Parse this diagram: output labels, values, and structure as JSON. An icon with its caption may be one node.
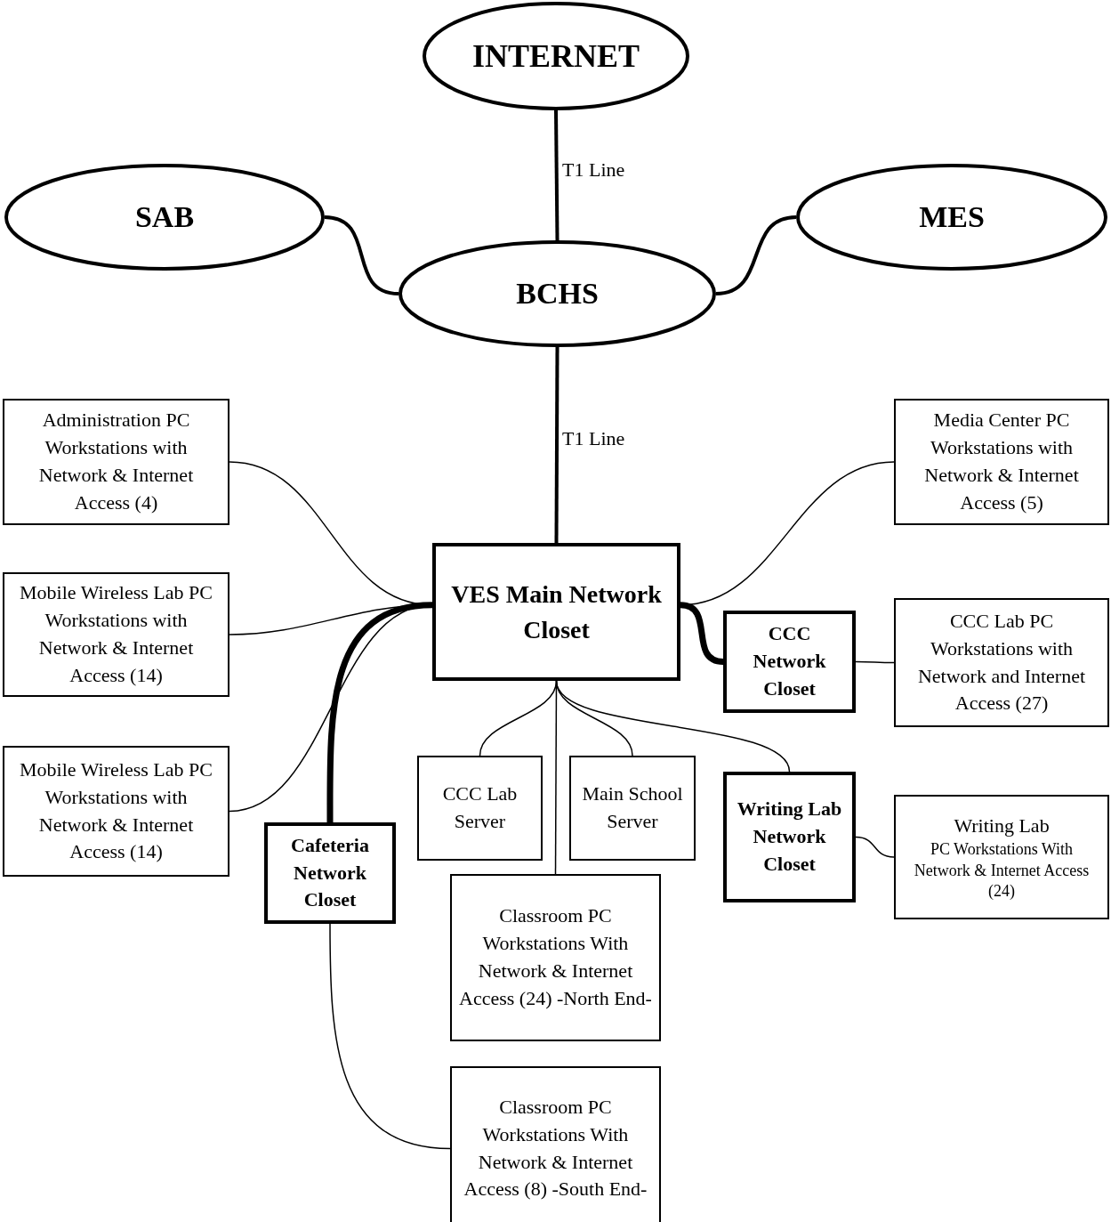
{
  "diagram": {
    "nodes": [
      {
        "text": [
          "INTERNET"
        ]
      },
      {
        "text": [
          "SAB"
        ]
      },
      {
        "text": [
          "MES"
        ]
      },
      {
        "text": [
          "BCHS"
        ]
      },
      {
        "text": [
          "Administration PC Workstations with Network & Internet Access (4)"
        ]
      },
      {
        "text": [
          "Media Center PC Workstations with Network & Internet Access (5)"
        ]
      },
      {
        "text": [
          "VES Main Network Closet"
        ]
      },
      {
        "text": [
          "Mobile Wireless Lab PC Workstations with Network & Internet Access (14)"
        ]
      },
      {
        "text": [
          "CCC Network Closet"
        ]
      },
      {
        "text": [
          "CCC Lab PC Workstations with Network and Internet Access (27)"
        ]
      },
      {
        "text": [
          "Mobile Wireless Lab PC Workstations with Network & Internet Access (14)"
        ]
      },
      {
        "text": [
          "CCC Lab Server"
        ]
      },
      {
        "text": [
          "Main School Server"
        ]
      },
      {
        "text": [
          "Writing Lab Network Closet"
        ]
      },
      {
        "text": [
          "Writing Lab",
          "PC Workstations With Network & Internet Access (24)"
        ]
      },
      {
        "text": [
          "Cafeteria Network Closet"
        ]
      },
      {
        "text": [
          "Classroom PC Workstations With Network & Internet Access (24) -North End-"
        ]
      },
      {
        "text": [
          "Classroom PC Workstations With Network & Internet Access (8) -South End-"
        ]
      }
    ],
    "edges": [
      {
        "from": 0,
        "to": 3,
        "arrow": "none",
        "label": "T1 Line",
        "style": "thick"
      },
      {
        "from": 1,
        "to": 3,
        "arrow": "none",
        "style": "thick"
      },
      {
        "from": 2,
        "to": 3,
        "arrow": "none",
        "style": "thick"
      },
      {
        "from": 3,
        "to": 6,
        "arrow": "none",
        "label": "T1 Line",
        "style": "thick"
      },
      {
        "from": 6,
        "to": 4,
        "arrow": "none"
      },
      {
        "from": 6,
        "to": 5,
        "arrow": "none"
      },
      {
        "from": 6,
        "to": 7,
        "arrow": "none"
      },
      {
        "from": 6,
        "to": 8,
        "arrow": "none",
        "style": "thick"
      },
      {
        "from": 8,
        "to": 9,
        "arrow": "none"
      },
      {
        "from": 6,
        "to": 10,
        "arrow": "none"
      },
      {
        "from": 6,
        "to": 15,
        "arrow": "none",
        "style": "thick"
      },
      {
        "from": 6,
        "to": 11,
        "arrow": "none"
      },
      {
        "from": 6,
        "to": 16,
        "arrow": "none"
      },
      {
        "from": 6,
        "to": 12,
        "arrow": "none"
      },
      {
        "from": 6,
        "to": 13,
        "arrow": "none"
      },
      {
        "from": 13,
        "to": 14,
        "arrow": "none"
      },
      {
        "from": 15,
        "to": 17,
        "arrow": "none"
      }
    ]
  }
}
